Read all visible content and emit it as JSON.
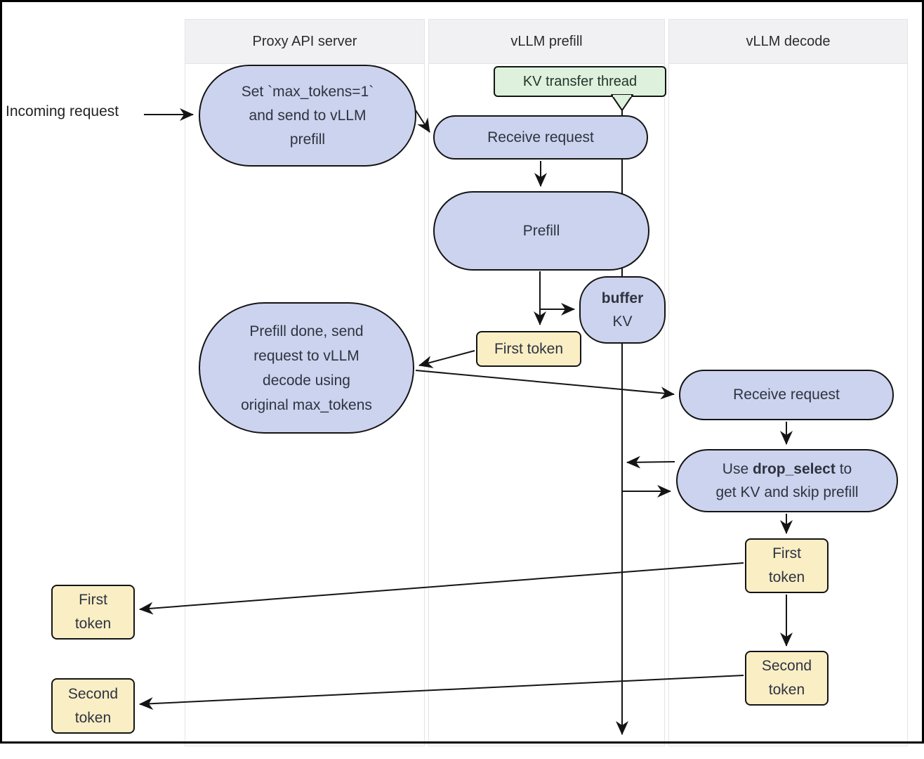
{
  "lanes": [
    {
      "id": "proxy",
      "label": "Proxy API server"
    },
    {
      "id": "prefill",
      "label": "vLLM prefill"
    },
    {
      "id": "decode",
      "label": "vLLM decode"
    }
  ],
  "labels": {
    "incoming_request": "Incoming request",
    "kv_transfer_thread": "KV transfer thread"
  },
  "nodes": {
    "set_max_tokens": "Set `max_tokens=1`\nand send to vLLM\nprefill",
    "receive_request_prefill": "Receive request",
    "prefill_step": "Prefill",
    "buffer_kv": {
      "bold": "buffer",
      "rest": "KV"
    },
    "first_token_prefill": "First token",
    "prefill_done": "Prefill done, send\nrequest to vLLM\ndecode using\noriginal max_tokens",
    "receive_request_decode": "Receive request",
    "drop_select": {
      "prefix": "Use ",
      "keyword": "drop_select",
      "suffix": " to",
      "line2": "get KV and skip prefill"
    },
    "first_token_decode": "First\ntoken",
    "second_token_decode": "Second\ntoken",
    "first_token_output": "First\ntoken",
    "second_token_output": "Second\ntoken"
  },
  "colors": {
    "process_node_fill": "#ccd3ee",
    "token_box_fill": "#faeec5",
    "kv_thread_fill": "#ddf1dc",
    "lane_header_bg": "#f1f1f4",
    "stroke": "#141414"
  }
}
